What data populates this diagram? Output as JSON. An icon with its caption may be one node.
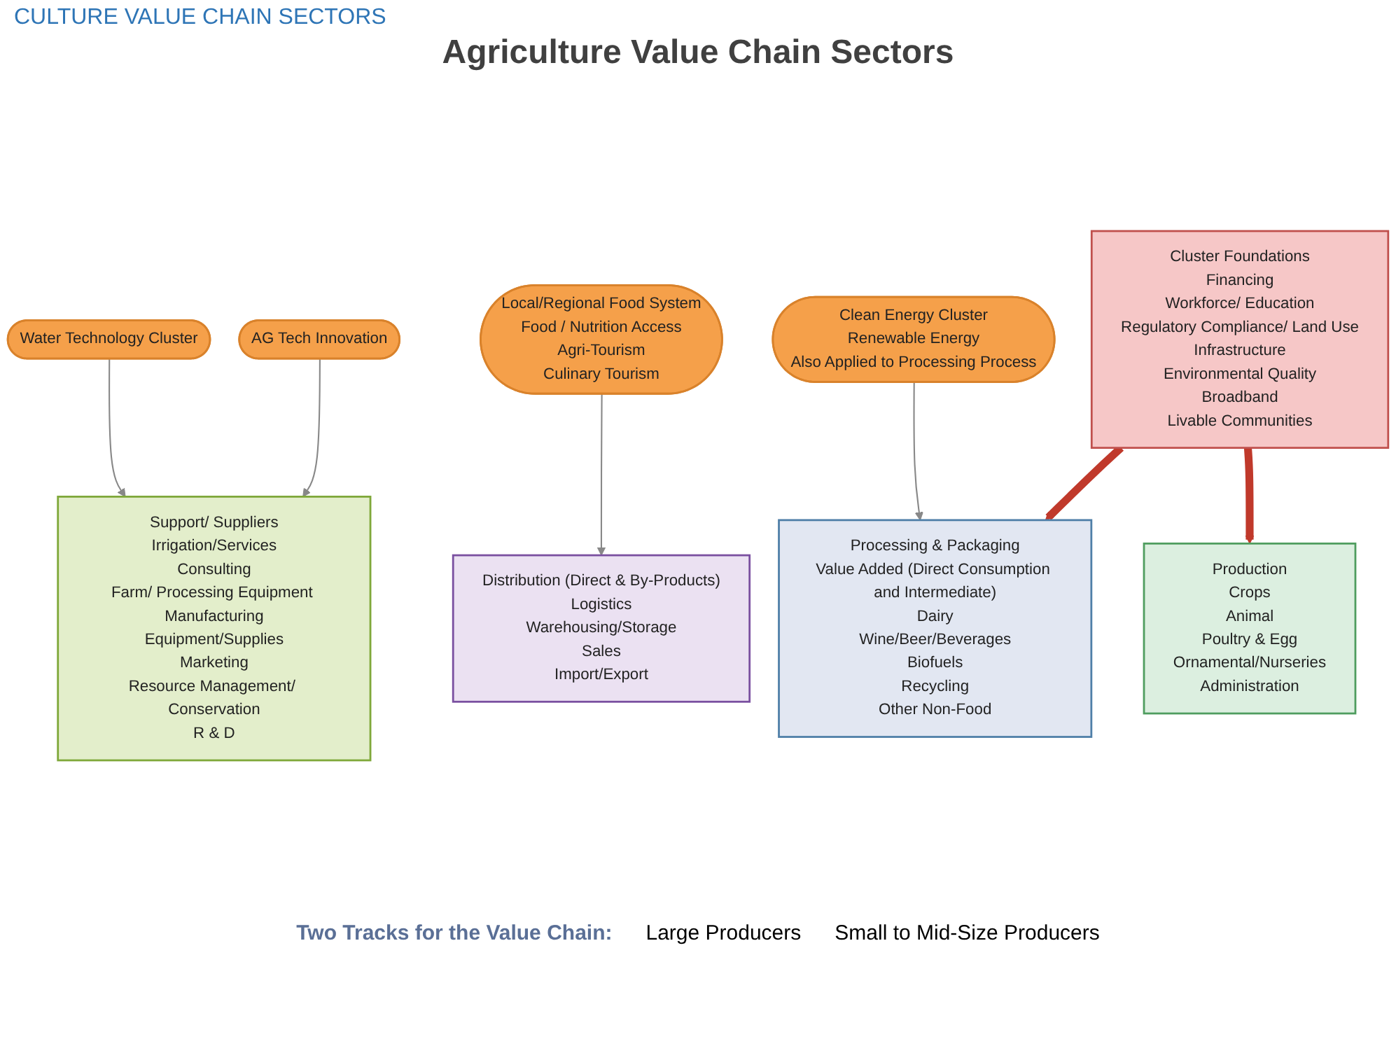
{
  "diagram": {
    "title": "Agriculture Value Chain Sectors",
    "nodes": [
      {
        "text": [
          "Water Technology Cluster"
        ]
      },
      {
        "text": [
          "Support/ Suppliers",
          "Irrigation/Services",
          "Consulting",
          "Farm/ Processing Equipment Manufacturing",
          "Equipment/Supplies",
          "Marketing",
          "Resource Management/ Conservation",
          "R & D"
        ]
      },
      {
        "text": [
          "Production",
          "Crops",
          "Animal",
          "Poultry & Egg",
          "Ornamental/Nurseries",
          "Administration"
        ]
      },
      {
        "text": [
          "Processing & Packaging",
          "Value Added (Direct Consumption and Intermediate)",
          "Dairy",
          "Wine/Beer/Beverages",
          "Biofuels",
          "Recycling",
          "Other Non-Food"
        ]
      },
      {
        "text": [
          "Distribution (Direct & By-Products)",
          "Logistics",
          "Warehousing/Storage",
          "Sales",
          "Import/Export"
        ]
      },
      {
        "text": [
          "Local/Regional Food System",
          "Food / Nutrition Access",
          "Agri-Tourism",
          "Culinary Tourism"
        ]
      },
      {
        "text": [
          "AG Tech Innovation"
        ]
      },
      {
        "text": [
          "Clean Energy Cluster",
          "Renewable Energy",
          "Also Applied to Processing Process"
        ]
      },
      {
        "text": [
          "Cluster Foundations",
          "Financing",
          "Workforce/ Education",
          "Regulatory Compliance/ Land Use",
          "Infrastructure",
          "Environmental Quality",
          "Broadband",
          "Livable Communities"
        ]
      }
    ],
    "edges": [
      {
        "from": 0,
        "to": 1,
        "arrow": "to"
      },
      {
        "from": 5,
        "to": 4,
        "arrow": "to"
      },
      {
        "from": 6,
        "to": 1,
        "arrow": "to"
      },
      {
        "from": 7,
        "to": 3,
        "arrow": "to"
      },
      {
        "from": 8,
        "to": 2,
        "arrow": "to",
        "style": "thick",
        "color": "#c0392b"
      },
      {
        "from": 8,
        "to": 3,
        "arrow": "to",
        "style": "thick",
        "color": "#c0392b"
      }
    ],
    "labels": [
      "CULTURE VALUE CHAIN SECTORS",
      "Two Tracks for the Value Chain:",
      "Large Producers",
      "Small to Mid-Size Producers"
    ]
  }
}
